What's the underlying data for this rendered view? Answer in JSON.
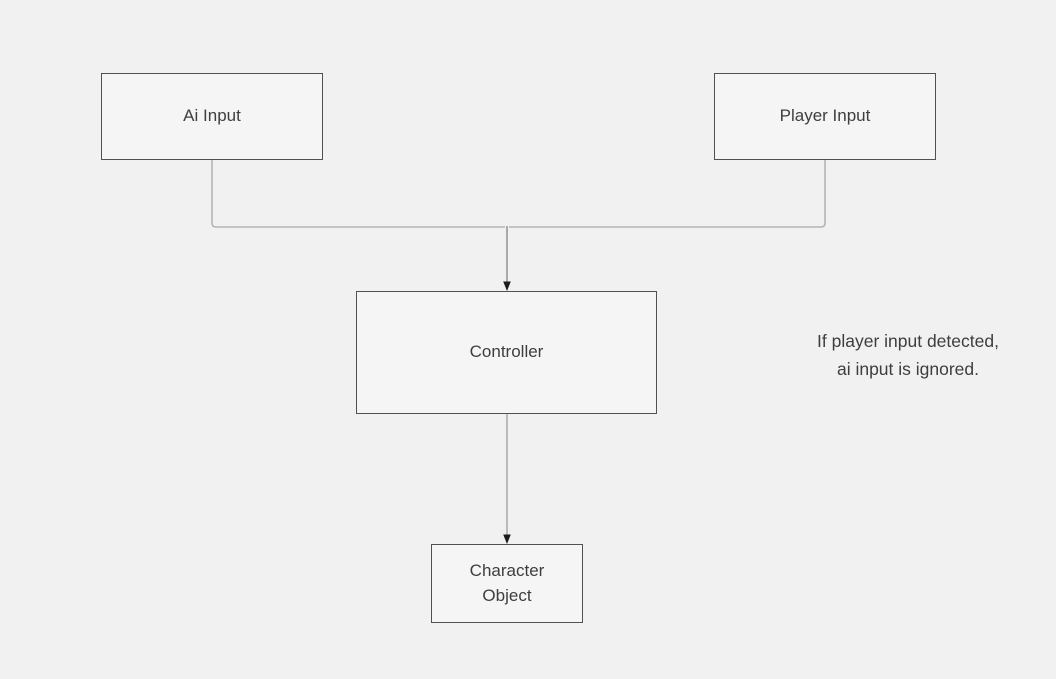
{
  "diagram": {
    "nodes": {
      "ai_input": {
        "label": "Ai Input"
      },
      "player_input": {
        "label": "Player Input"
      },
      "controller": {
        "label": "Controller"
      },
      "character_object": {
        "label": "Character Object"
      }
    },
    "annotation": {
      "line1": "If player input detected,",
      "line2": "ai input is ignored."
    },
    "edges": [
      {
        "from": "ai_input",
        "to": "controller",
        "type": "elbow-merge"
      },
      {
        "from": "player_input",
        "to": "controller",
        "type": "elbow-merge"
      },
      {
        "from": "controller",
        "to": "character_object",
        "type": "arrow"
      }
    ],
    "colors": {
      "background": "#f0f1f0",
      "node_fill": "#f5f5f5",
      "node_border": "#515151",
      "text": "#3e3e3e",
      "connector": "#b5b5b5",
      "arrow_line": "#999999",
      "arrow_head": "#1c1c1c"
    }
  }
}
